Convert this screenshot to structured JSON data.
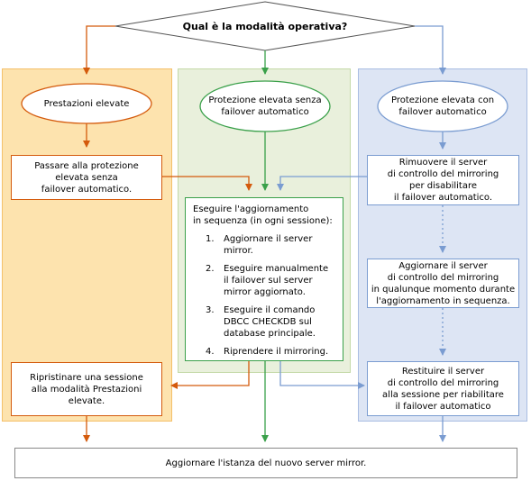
{
  "decision": "Qual è la modalità operativa?",
  "columns": {
    "left": {
      "mode": "Prestazioni elevate",
      "step1": "Passare alla protezione\nelevata senza\nfailover automatico.",
      "step2": "Ripristinare una sessione\nalla modalità Prestazioni\nelevate."
    },
    "middle": {
      "mode": "Protezione elevata senza\nfailover automatico",
      "intro": "Eseguire l'aggiornamento\nin sequenza (in ogni sessione):",
      "steps": [
        {
          "num": "1.",
          "text": "Aggiornare il server\nmirror."
        },
        {
          "num": "2.",
          "text": "Eseguire manualmente\nil failover sul server\nmirror aggiornato."
        },
        {
          "num": "3.",
          "text": "Eseguire il comando\nDBCC CHECKDB sul\ndatabase principale."
        },
        {
          "num": "4.",
          "text": "Riprendere il mirroring."
        }
      ]
    },
    "right": {
      "mode": "Protezione elevata con\nfailover automatico",
      "step1": "Rimuovere il server\ndi controllo del mirroring\nper disabilitare\nil failover automatico.",
      "step2": "Aggiornare il server\ndi controllo del mirroring\nin qualunque momento durante\nl'aggiornamento in sequenza.",
      "step3": "Restituire il server\ndi controllo del mirroring\nalla sessione per riabilitare\nil failover automatico"
    }
  },
  "final": "Aggiornare l'istanza del nuovo server mirror.",
  "colors": {
    "orange": "#d45a0c",
    "orange_fill": "#fde3ae",
    "orange_border": "#f4c06a",
    "green": "#3aa04a",
    "green_fill": "#e9f0dc",
    "green_border": "#c4d9a8",
    "blue": "#7a9cd1",
    "blue_fill": "#dde5f4",
    "blue_border": "#a9bde2",
    "gray": "#555555"
  }
}
